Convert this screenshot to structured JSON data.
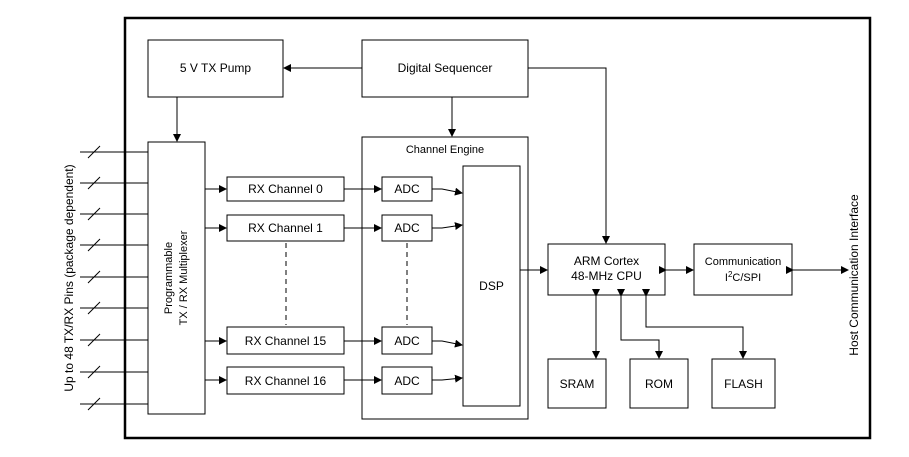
{
  "diagram": {
    "pump": "5 V TX Pump",
    "sequencer": "Digital Sequencer",
    "channel_engine": "Channel Engine",
    "multiplexer_line1": "Programmable",
    "multiplexer_line2": "TX / RX Multiplexer",
    "rx0": "RX Channel 0",
    "rx1": "RX Channel 1",
    "rx15": "RX Channel 15",
    "rx16": "RX Channel 16",
    "adc": "ADC",
    "dsp": "DSP",
    "cpu_line1": "ARM Cortex",
    "cpu_line2": "48-MHz CPU",
    "comm_line1": "Communication",
    "comm_line2_prefix": "I",
    "comm_line2_sup": "2",
    "comm_line2_suffix": "C/SPI",
    "sram": "SRAM",
    "rom": "ROM",
    "flash": "FLASH",
    "pins_label": "Up to 48 TX/RX Pins (package dependent)",
    "host_label": "Host Communication Interface"
  }
}
